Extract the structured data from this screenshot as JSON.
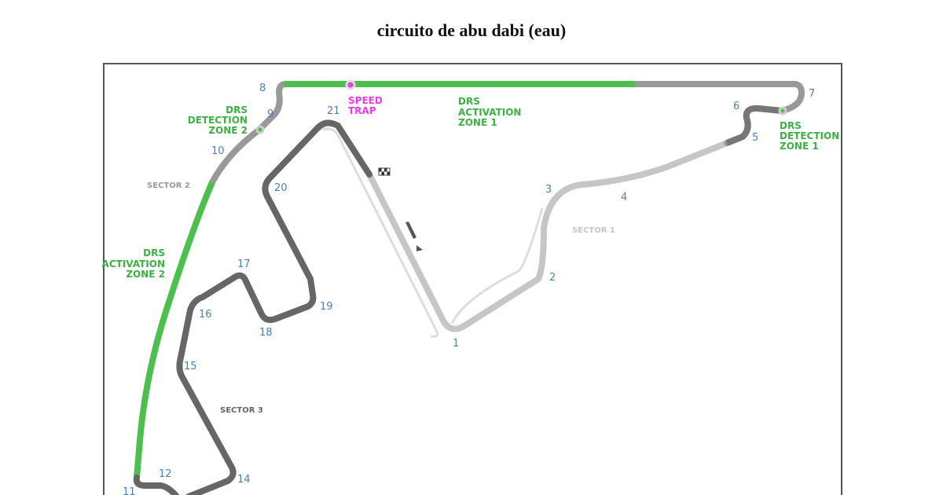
{
  "title": "circuito de abu dabi (eau)",
  "turns": [
    "1",
    "2",
    "3",
    "4",
    "5",
    "6",
    "7",
    "8",
    "9",
    "10",
    "11",
    "12",
    "14",
    "15",
    "16",
    "17",
    "18",
    "19",
    "20",
    "21"
  ],
  "labels": {
    "speed_trap": [
      "SPEED",
      "TRAP"
    ],
    "drs_activation_1": [
      "DRS",
      "ACTIVATION",
      "ZONE 1"
    ],
    "drs_detection_1": [
      "DRS",
      "DETECTION",
      "ZONE 1"
    ],
    "drs_detection_2": [
      "DRS",
      "DETECTION",
      "ZONE 2"
    ],
    "drs_activation_2": [
      "DRS",
      "ACTIVATION",
      "ZONE 2"
    ],
    "sector_1": "SECTOR 1",
    "sector_2": "SECTOR 2",
    "sector_3": "SECTOR 3"
  },
  "colors": {
    "sector1": "#c6c6c6",
    "sector2": "#999999",
    "sector3": "#666666",
    "drs": "#4cbf4c",
    "speed_trap": "#e83ee8"
  }
}
